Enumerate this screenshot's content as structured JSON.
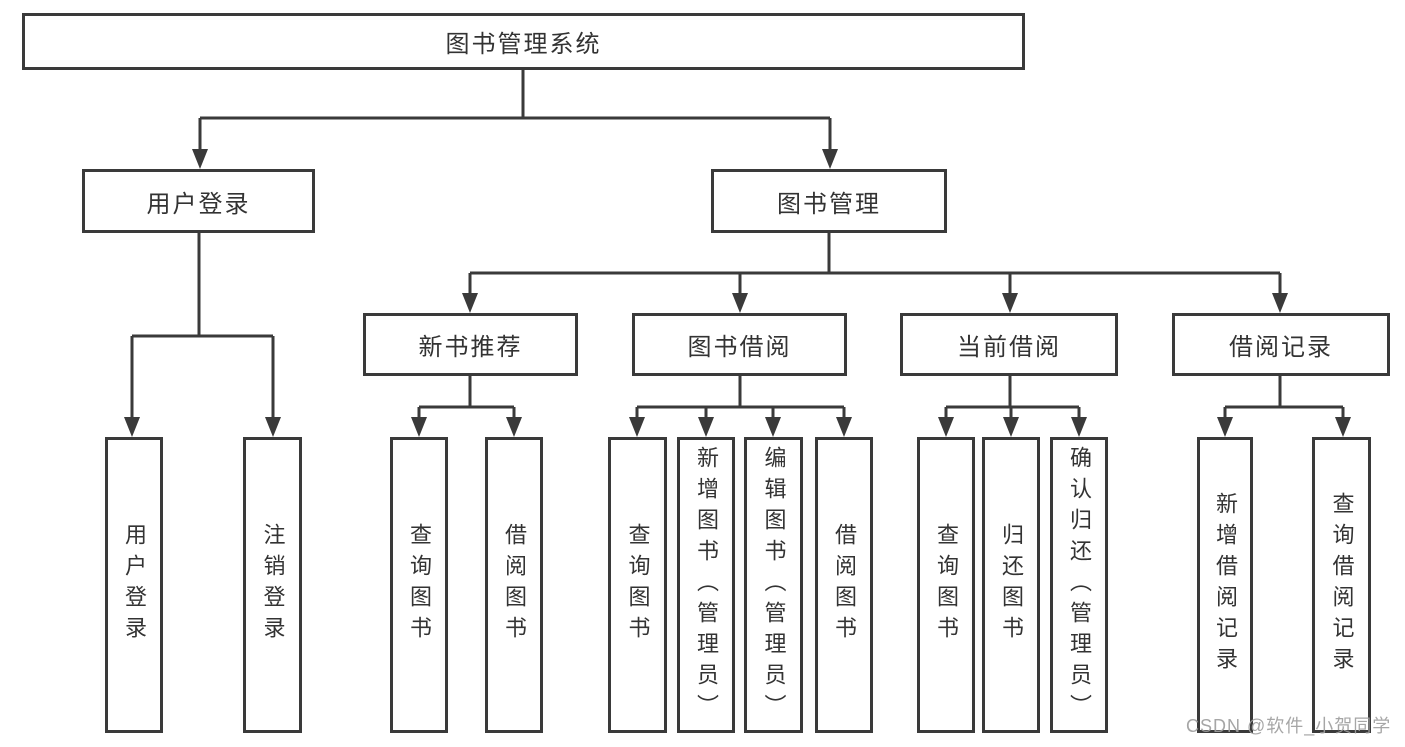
{
  "watermark": "CSDN @软件_小贺同学",
  "colors": {
    "line": "#3a3a3a",
    "box_border": "#3a3a3a",
    "box_background": "#ffffff",
    "text": "#333333",
    "watermark_text": "#9e9e9e"
  },
  "tree": {
    "root": "图书管理系统",
    "children": [
      {
        "label": "用户登录",
        "children": [
          "用户登录",
          "注销登录"
        ]
      },
      {
        "label": "图书管理",
        "children": [
          {
            "label": "新书推荐",
            "children": [
              "查询图书",
              "借阅图书"
            ]
          },
          {
            "label": "图书借阅",
            "children": [
              "查询图书",
              "新增图书（管理员）",
              "编辑图书（管理员）",
              "借阅图书"
            ]
          },
          {
            "label": "当前借阅",
            "children": [
              "查询图书",
              "归还图书",
              "确认归还（管理员）"
            ]
          },
          {
            "label": "借阅记录",
            "children": [
              "新增借阅记录",
              "查询借阅记录"
            ]
          }
        ]
      }
    ]
  }
}
